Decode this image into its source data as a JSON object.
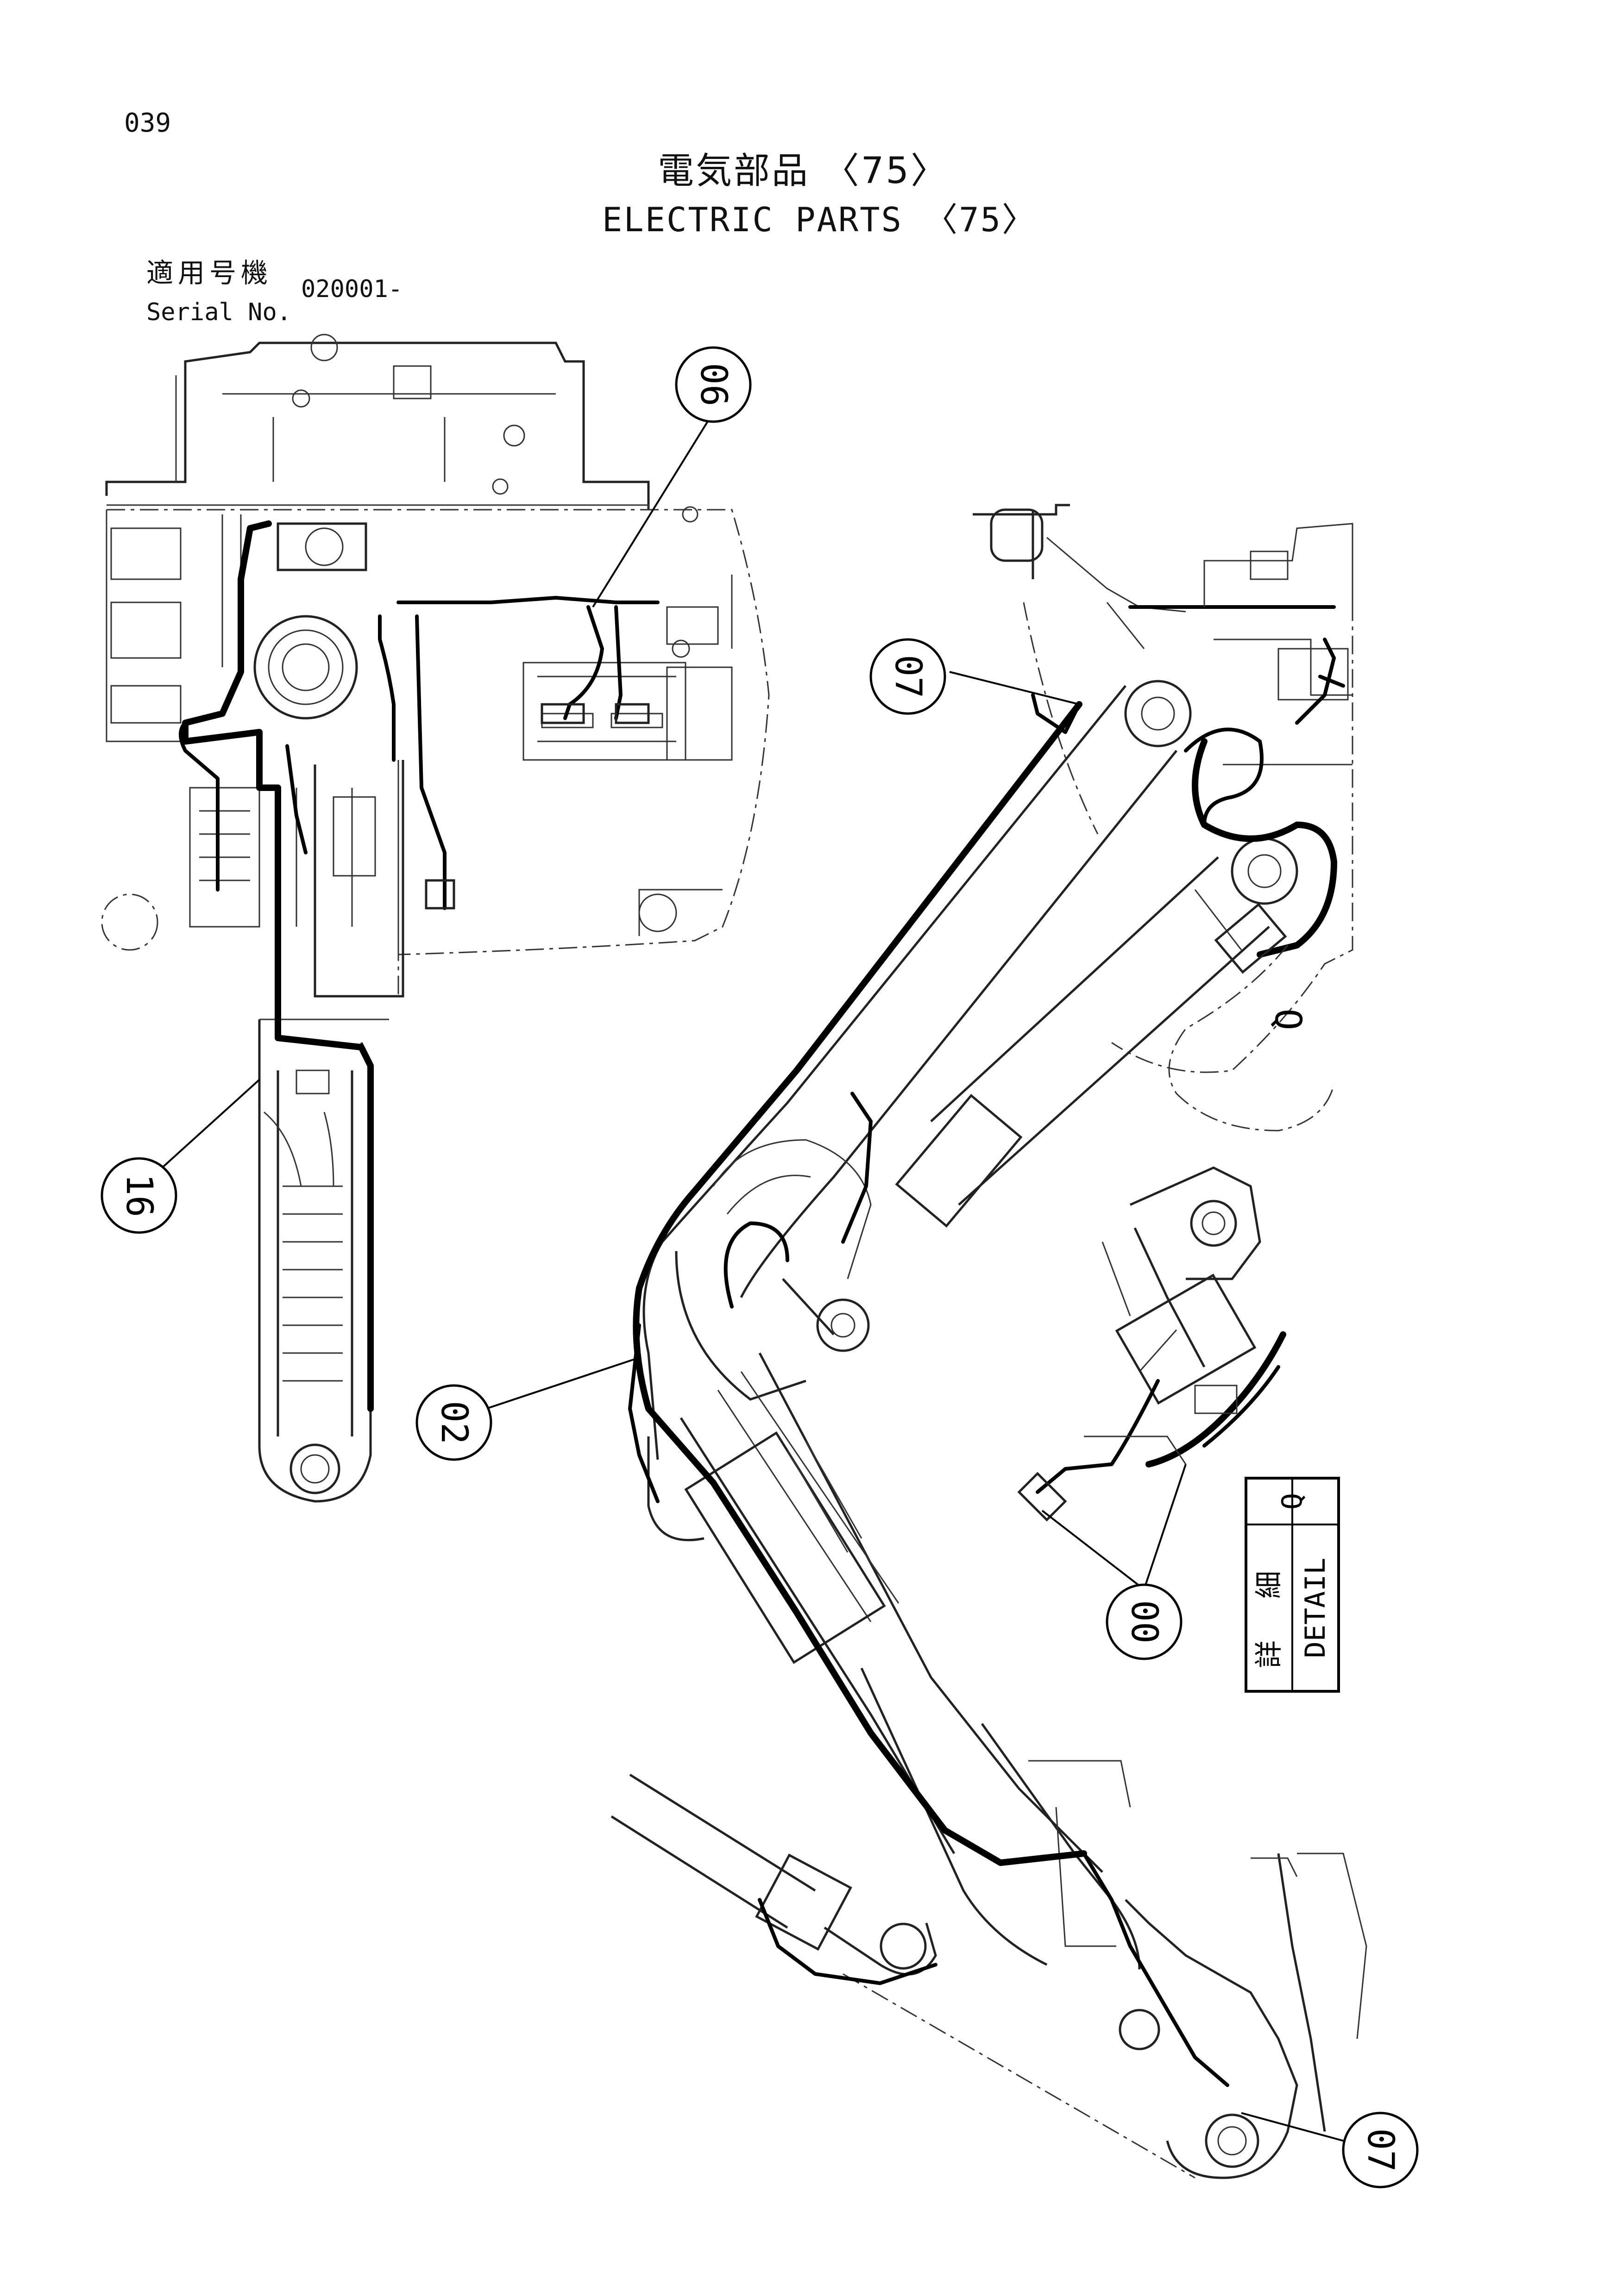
{
  "page_number": "039",
  "title_jp": "電気部品 〈75〉",
  "title_en": "ELECTRIC PARTS 〈75〉",
  "applicable_label": "適用号機",
  "serial_label": "Serial No.",
  "serial_value": "020001-",
  "callouts": {
    "c06": "06",
    "c07_top": "07",
    "c16": "16",
    "c02": "02",
    "c00": "00",
    "c07_bottom": "07",
    "cQ": "Q"
  },
  "detail_box": {
    "jp_1": "詳",
    "jp_2": "細",
    "en": "DETAIL",
    "letter": "Q"
  }
}
